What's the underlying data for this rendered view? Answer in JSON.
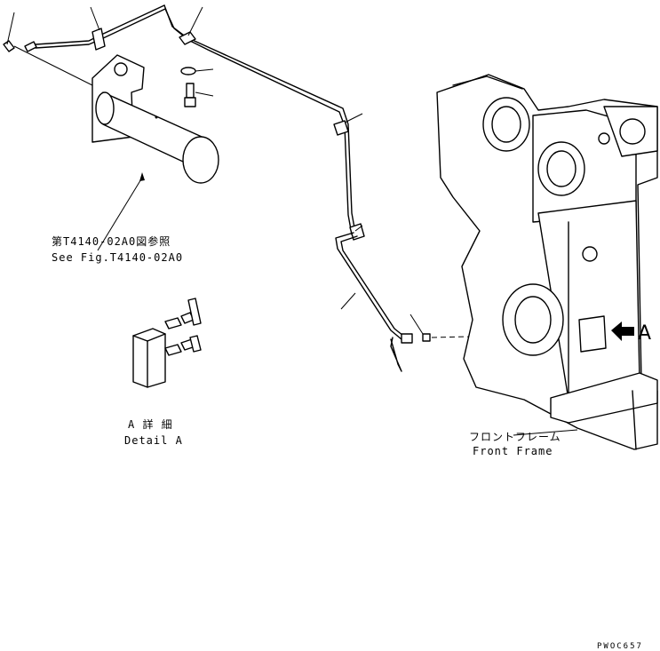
{
  "labels": {
    "ref_jp": "第T4140-02A0図参照",
    "ref_en": "See Fig.T4140-02A0",
    "detail_jp": "A 詳 細",
    "detail_en": "Detail A",
    "frame_jp": "フロントフレーム",
    "frame_en": "Front Frame",
    "view_letter": "A",
    "drawing_code": "PWOC657"
  }
}
